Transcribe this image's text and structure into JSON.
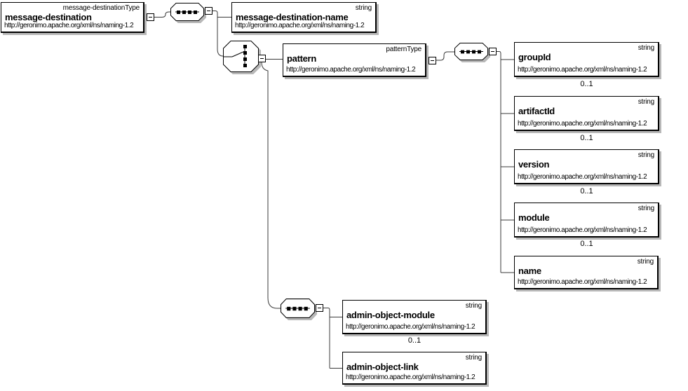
{
  "icons": {
    "sequence": "sequence-icon",
    "choice": "choice-icon",
    "collapse": "minus-collapse-icon"
  },
  "elements": [
    {
      "name": "message-destination",
      "type": "message-destinationType",
      "namespace": "http://geronimo.apache.org/xml/ns/naming-1.2",
      "cardinality": ""
    },
    {
      "name": "message-destination-name",
      "type": "string",
      "namespace": "http://geronimo.apache.org/xml/ns/naming-1.2",
      "cardinality": ""
    },
    {
      "name": "pattern",
      "type": "patternType",
      "namespace": "http://geronimo.apache.org/xml/ns/naming-1.2",
      "cardinality": ""
    },
    {
      "name": "groupId",
      "type": "string",
      "namespace": "http://geronimo.apache.org/xml/ns/naming-1.2",
      "cardinality": "0..1"
    },
    {
      "name": "artifactId",
      "type": "string",
      "namespace": "http://geronimo.apache.org/xml/ns/naming-1.2",
      "cardinality": "0..1"
    },
    {
      "name": "version",
      "type": "string",
      "namespace": "http://geronimo.apache.org/xml/ns/naming-1.2",
      "cardinality": "0..1"
    },
    {
      "name": "module",
      "type": "string",
      "namespace": "http://geronimo.apache.org/xml/ns/naming-1.2",
      "cardinality": "0..1"
    },
    {
      "name": "name",
      "type": "string",
      "namespace": "http://geronimo.apache.org/xml/ns/naming-1.2",
      "cardinality": ""
    },
    {
      "name": "admin-object-module",
      "type": "string",
      "namespace": "http://geronimo.apache.org/xml/ns/naming-1.2",
      "cardinality": "0..1"
    },
    {
      "name": "admin-object-link",
      "type": "string",
      "namespace": "http://geronimo.apache.org/xml/ns/naming-1.2",
      "cardinality": ""
    }
  ]
}
